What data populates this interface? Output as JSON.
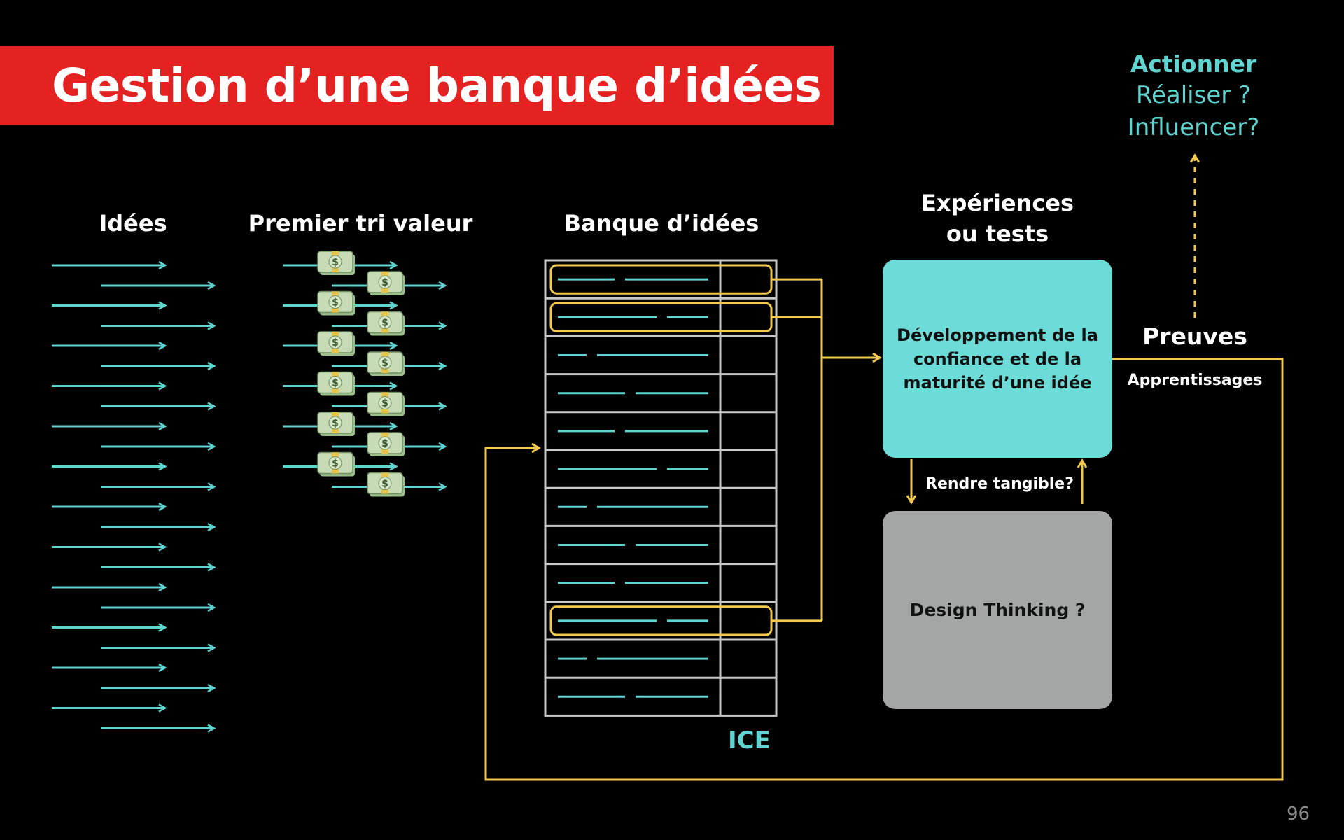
{
  "title": "Gestion d’une banque d’idées",
  "columns": {
    "ideas": "Idées",
    "first_sort": "Premier tri valeur",
    "bank": "Banque d’idées",
    "experiments": "Expériences\nou tests"
  },
  "action": {
    "heading": "Actionner",
    "line1": "Réaliser ?",
    "line2": "Influencer?"
  },
  "confidence_box": "Développement de la\nconfiance et de la\nmaturité d’une idée",
  "design_box": "Design Thinking ?",
  "tangible_label": "Rendre tangible?",
  "proofs_label": "Preuves",
  "learnings_label": "Apprentissages",
  "ice_label": "ICE",
  "page_number": "96",
  "money_icon": "money-bag-icon",
  "colors": {
    "banner": "#e52222",
    "cyan": "#5fd4d0",
    "yellow": "#f2c94c",
    "box_cyan": "#6ddcd8",
    "box_gray": "#a3a6a4",
    "table_border": "#c8c8c8"
  },
  "bank_rows": 12,
  "highlighted_rows": [
    1,
    2,
    10
  ]
}
